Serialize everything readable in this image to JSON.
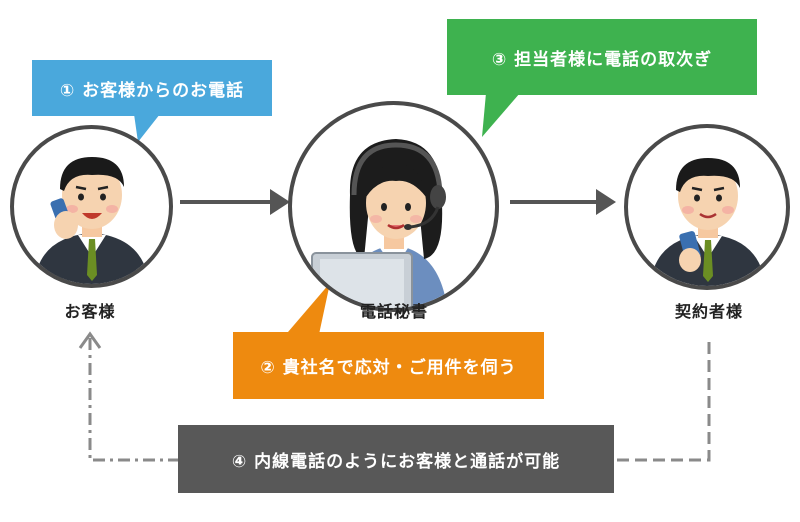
{
  "bubbles": {
    "step1": "① お客様からのお電話",
    "step2": "② 貴社名で応対・ご用件を伺う",
    "step3": "③ 担当者様に電話の取次ぎ",
    "step4": "④ 内線電話のようにお客様と通話が可能"
  },
  "labels": {
    "customer": "お客様",
    "secretary": "電話秘書",
    "contractor": "契約者様"
  },
  "colors": {
    "step1": "#4aa8dc",
    "step2": "#ee8a0f",
    "step3": "#3eb24f",
    "step4": "#585858",
    "arrow": "#555555",
    "dashed": "#8a8a8a"
  },
  "icons": {
    "customer": "businessman-on-phone-icon",
    "secretary": "operator-with-headset-icon",
    "contractor": "businessman-with-smartphone-icon"
  }
}
